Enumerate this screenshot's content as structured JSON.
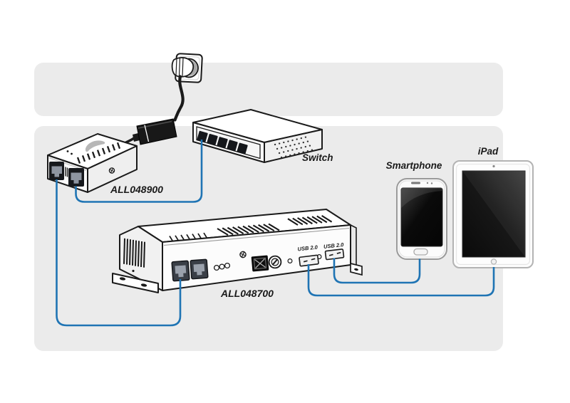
{
  "page": {
    "background": "#ffffff"
  },
  "labels": {
    "injector": "ALL048900",
    "switch": "Switch",
    "usb_server": "ALL048700",
    "smartphone": "Smartphone",
    "ipad": "iPad",
    "usb_port_left": "USB 2.0",
    "usb_port_right": "USB 2.0"
  },
  "colors": {
    "cable_blue": "#1f74b4",
    "panel_gray": "#ebebeb",
    "outline_dark": "#1a1a1a",
    "power_cable_black": "#1a1a1a",
    "logo_gray": "#b7b7b7"
  },
  "connections": [
    {
      "from": "Wall outlet",
      "to": "Power adapter",
      "cable": "power"
    },
    {
      "from": "Power adapter",
      "to": "ALL048900",
      "cable": "power"
    },
    {
      "from": "ALL048900 port 2",
      "to": "Switch port 1",
      "cable": "ethernet"
    },
    {
      "from": "ALL048900 port 1",
      "to": "ALL048700 LAN port",
      "cable": "ethernet"
    },
    {
      "from": "ALL048700 USB 2.0 port left",
      "to": "iPad",
      "cable": "usb"
    },
    {
      "from": "ALL048700 USB 2.0 port right",
      "to": "Smartphone",
      "cable": "usb"
    }
  ]
}
